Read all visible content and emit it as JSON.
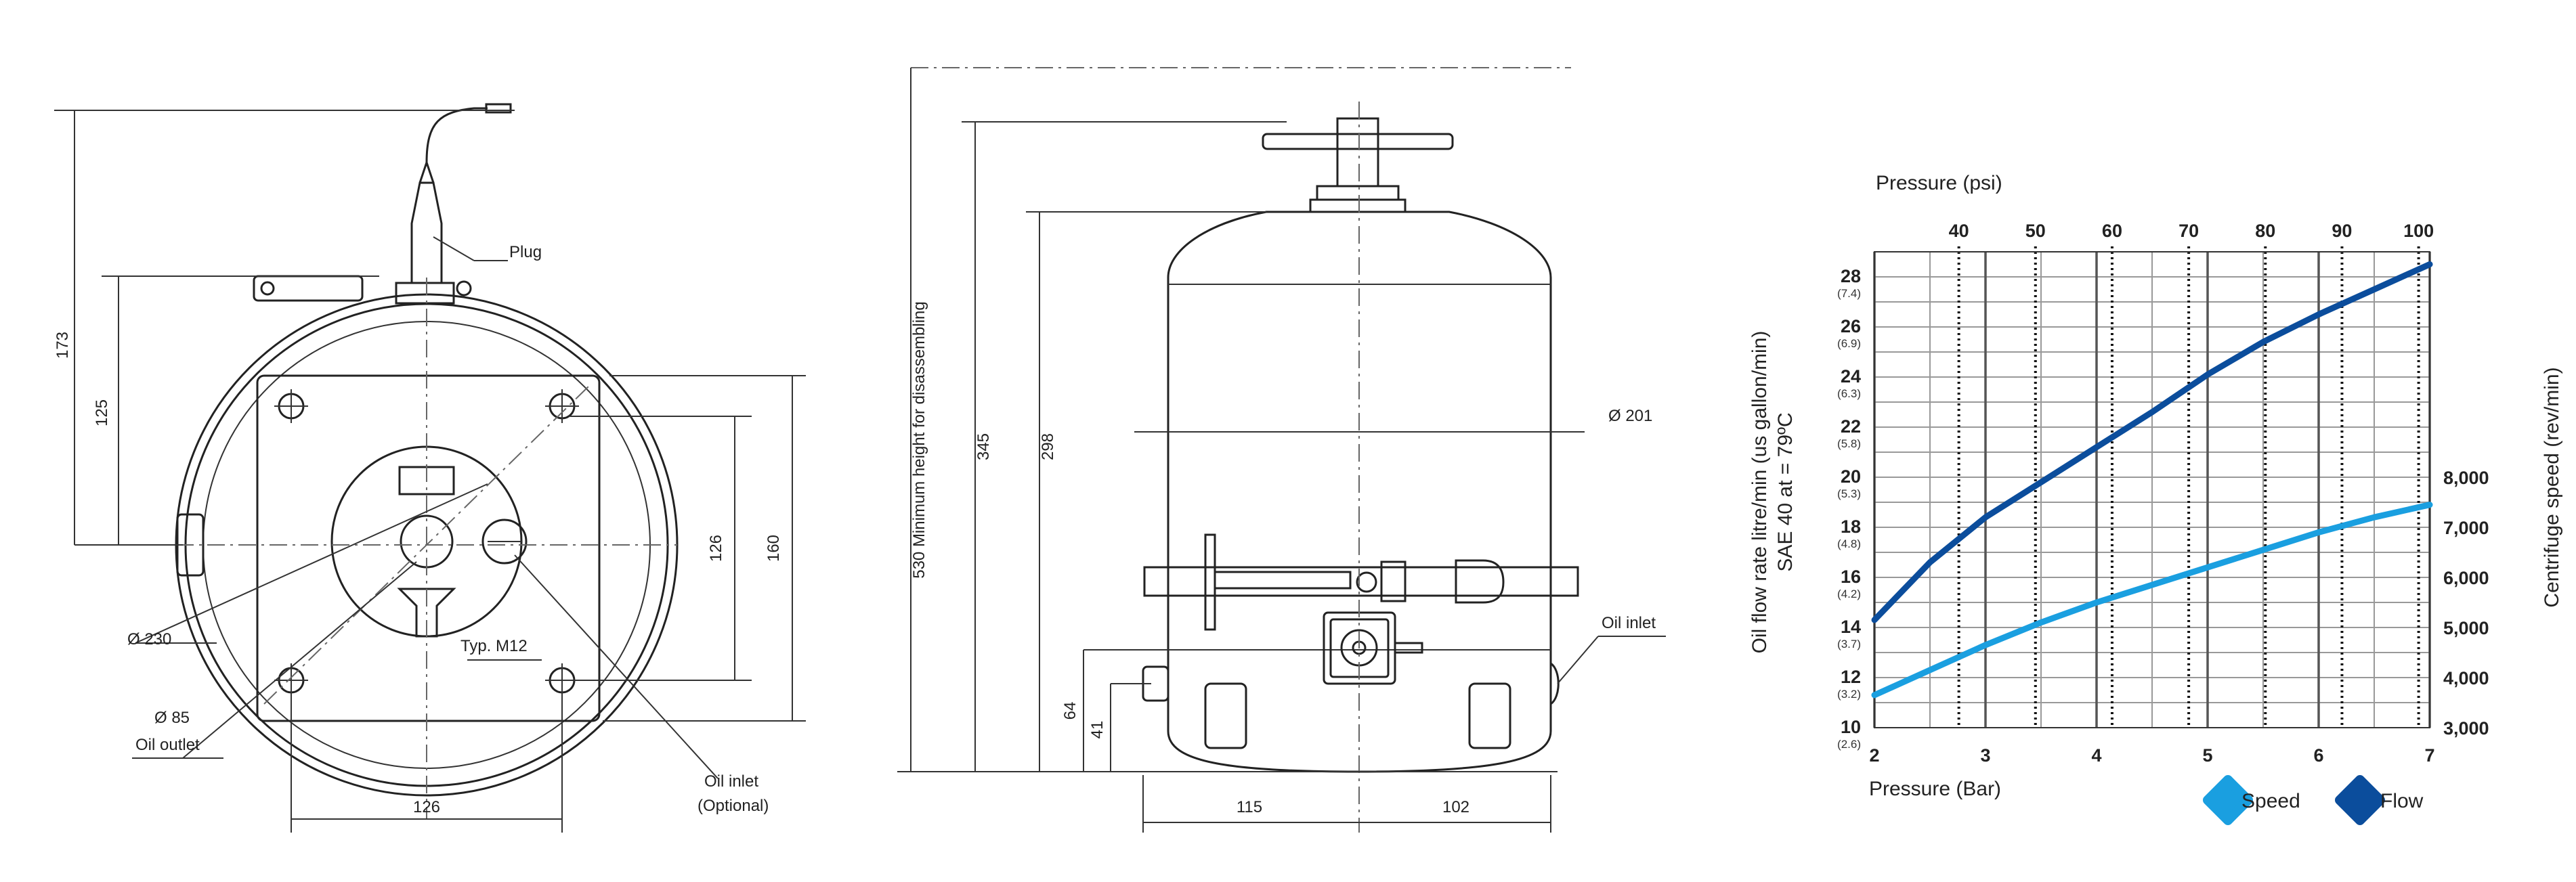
{
  "view_left": {
    "plug": "Plug",
    "dim_173": "173",
    "dim_125": "125",
    "dim_126_v": "126",
    "dim_160": "160",
    "dim_126_h": "126",
    "dia_230": "Ø 230",
    "dia_85": "Ø 85",
    "oil_outlet": "Oil outlet",
    "typ_m12": "Typ. M12",
    "oil_inlet": "Oil inlet",
    "optional": "(Optional)"
  },
  "view_side": {
    "min_height": "530 Minimum height for disassembling",
    "dim_345": "345",
    "dim_298": "298",
    "dia_201": "Ø 201",
    "oil_inlet": "Oil inlet",
    "dim_64": "64",
    "dim_41": "41",
    "dim_115": "115",
    "dim_102": "102"
  },
  "chart_data": {
    "type": "line",
    "xlabel": "Pressure (Bar)",
    "x2label": "Pressure (psi)",
    "ylabel_line1": "Oil flow rate litre/min (us gallon/min)",
    "ylabel_line2": "SAE 40 at = 79ºC",
    "y2label": "Centrifuge speed (rev/min)",
    "xlim": [
      2,
      7
    ],
    "ylim": [
      10,
      29
    ],
    "xticks": [
      "2",
      "3",
      "4",
      "5",
      "6",
      "7"
    ],
    "x2ticks": [
      {
        "label": "40",
        "bar": 2.76
      },
      {
        "label": "50",
        "bar": 3.45
      },
      {
        "label": "60",
        "bar": 4.14
      },
      {
        "label": "70",
        "bar": 4.83
      },
      {
        "label": "80",
        "bar": 5.52
      },
      {
        "label": "90",
        "bar": 6.21
      },
      {
        "label": "100",
        "bar": 6.9
      }
    ],
    "yticks": [
      {
        "value": 10,
        "label": "10",
        "sub": "(2.6)"
      },
      {
        "value": 12,
        "label": "12",
        "sub": "(3.2)"
      },
      {
        "value": 14,
        "label": "14",
        "sub": "(3.7)"
      },
      {
        "value": 16,
        "label": "16",
        "sub": "(4.2)"
      },
      {
        "value": 18,
        "label": "18",
        "sub": "(4.8)"
      },
      {
        "value": 20,
        "label": "20",
        "sub": "(5.3)"
      },
      {
        "value": 22,
        "label": "22",
        "sub": "(5.8)"
      },
      {
        "value": 24,
        "label": "24",
        "sub": "(6.3)"
      },
      {
        "value": 26,
        "label": "26",
        "sub": "(6.9)"
      },
      {
        "value": 28,
        "label": "28",
        "sub": "(7.4)"
      }
    ],
    "y2ticks": [
      {
        "value": 10,
        "label": "3,000"
      },
      {
        "value": 12,
        "label": "4,000"
      },
      {
        "value": 14,
        "label": "5,000"
      },
      {
        "value": 16,
        "label": "6,000"
      },
      {
        "value": 18,
        "label": "7,000"
      },
      {
        "value": 20,
        "label": "8,000"
      }
    ],
    "series": [
      {
        "name": "Speed",
        "color": "#1a9fe0",
        "x": [
          2,
          2.5,
          3,
          3.5,
          4,
          4.5,
          5,
          5.5,
          6,
          6.5,
          7
        ],
        "y": [
          11.3,
          12.3,
          13.3,
          14.2,
          15.0,
          15.7,
          16.4,
          17.1,
          17.8,
          18.4,
          18.9
        ]
      },
      {
        "name": "Flow",
        "color": "#0b4d9c",
        "x": [
          2,
          2.5,
          3,
          3.5,
          4,
          4.5,
          5,
          5.5,
          6,
          6.5,
          7
        ],
        "y": [
          14.3,
          16.6,
          18.4,
          19.8,
          21.2,
          22.6,
          24.1,
          25.4,
          26.5,
          27.5,
          28.5
        ]
      }
    ],
    "legend": "bottom-right"
  }
}
